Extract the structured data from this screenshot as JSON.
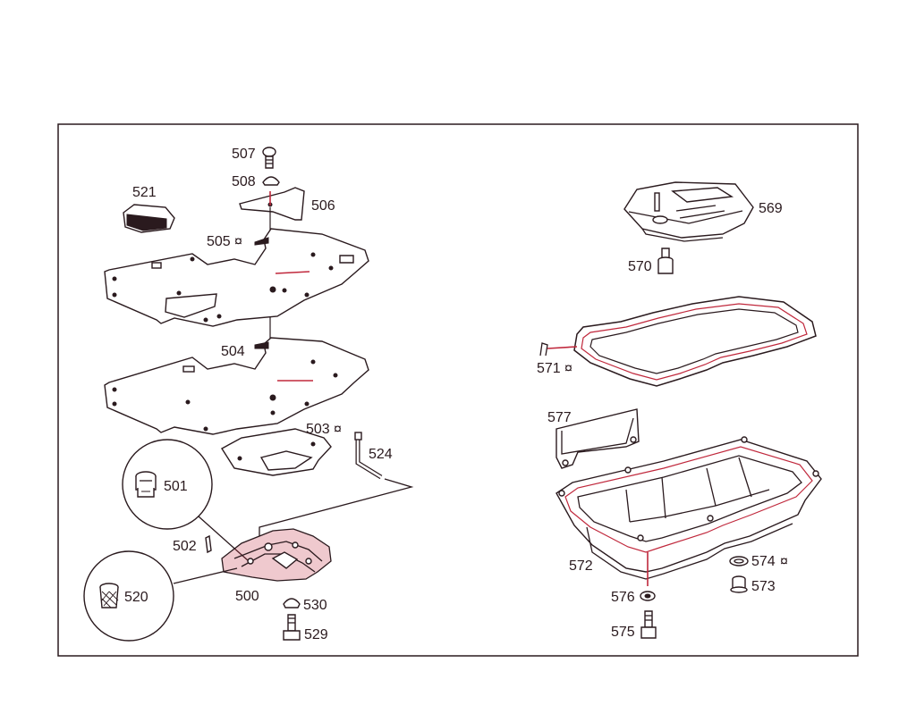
{
  "diagram": {
    "marker_symbol": "¤",
    "colors": {
      "line": "#2a1a1e",
      "accent": "#c0283c",
      "background": "#ffffff"
    },
    "labels": {
      "p507": "507",
      "p508": "508",
      "p506": "506",
      "p521": "521",
      "p505": "505",
      "p504": "504",
      "p503": "503",
      "p524": "524",
      "p501": "501",
      "p502": "502",
      "p520": "520",
      "p500": "500",
      "p530": "530",
      "p529": "529",
      "p569": "569",
      "p570": "570",
      "p571": "571",
      "p577": "577",
      "p572": "572",
      "p574": "574",
      "p573": "573",
      "p576": "576",
      "p575": "575"
    }
  }
}
